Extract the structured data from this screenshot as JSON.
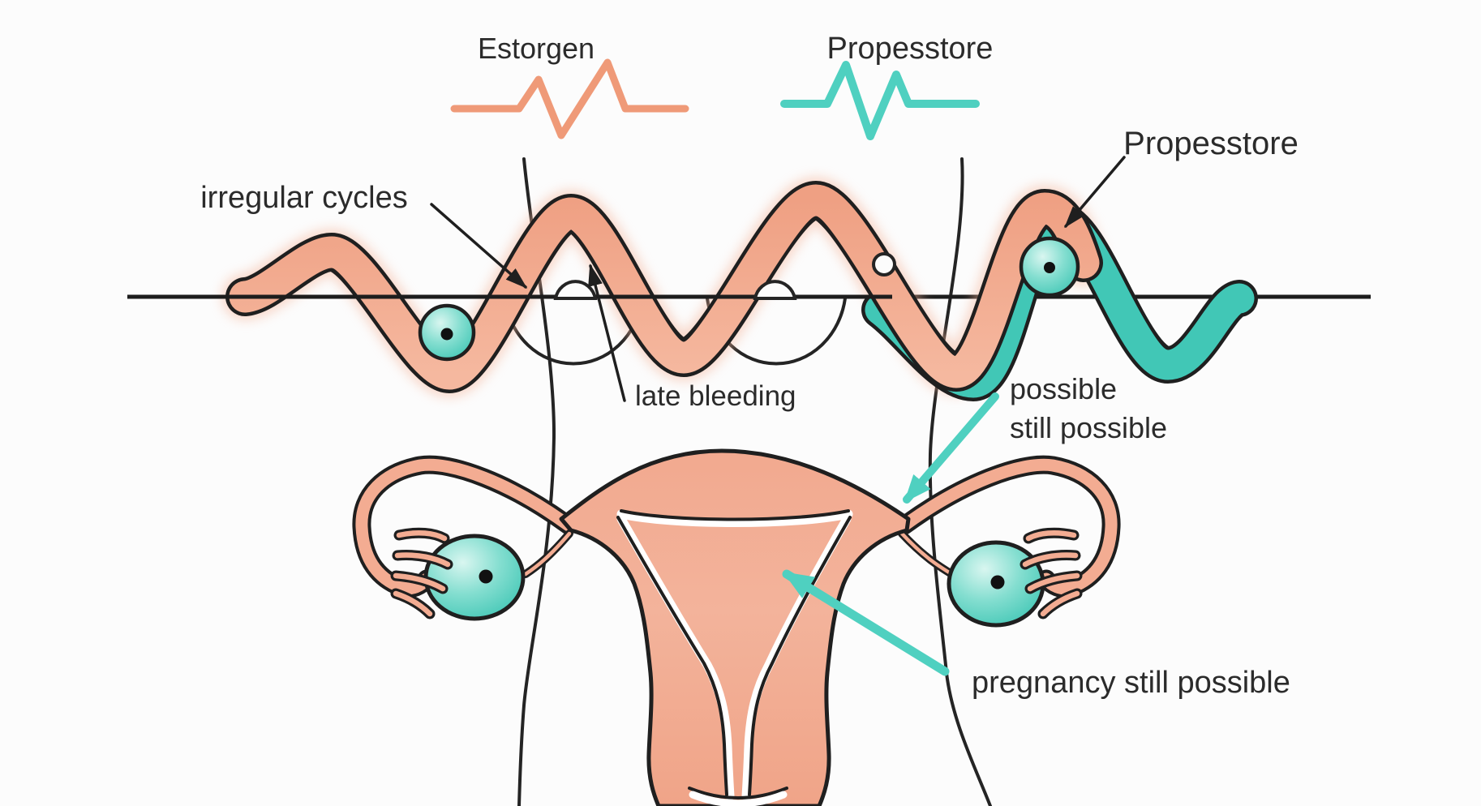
{
  "legend": {
    "estrogen": {
      "label": "Estorgen",
      "color": "#ef9a78"
    },
    "progesterone": {
      "label": "Propesstore",
      "color": "#41c7b6"
    }
  },
  "annotations": {
    "progesterone_peak": "Propesstore",
    "irregular_cycles": "irregular cycles",
    "late_bleeding": "late bleeding",
    "possible_line1": "possible",
    "possible_line2": "still possible",
    "pregnancy_still_possible": "pregnancy still possible"
  },
  "colors": {
    "salmon": "#f1a085",
    "salmon_soft": "#f6c3ad",
    "teal": "#41c7b6",
    "teal_arrow": "#4fd0c0",
    "outline": "#1f1f1f",
    "text": "#2b2b2b",
    "background": "#fcfcfc"
  },
  "diagram_meta": {
    "type": "hormone-cycle-anatomy-diagram",
    "baseline_present": true,
    "wave_segments": [
      "estrogen-salmon",
      "progesterone-teal"
    ],
    "ovum_markers": 2,
    "ovaries": 2
  }
}
